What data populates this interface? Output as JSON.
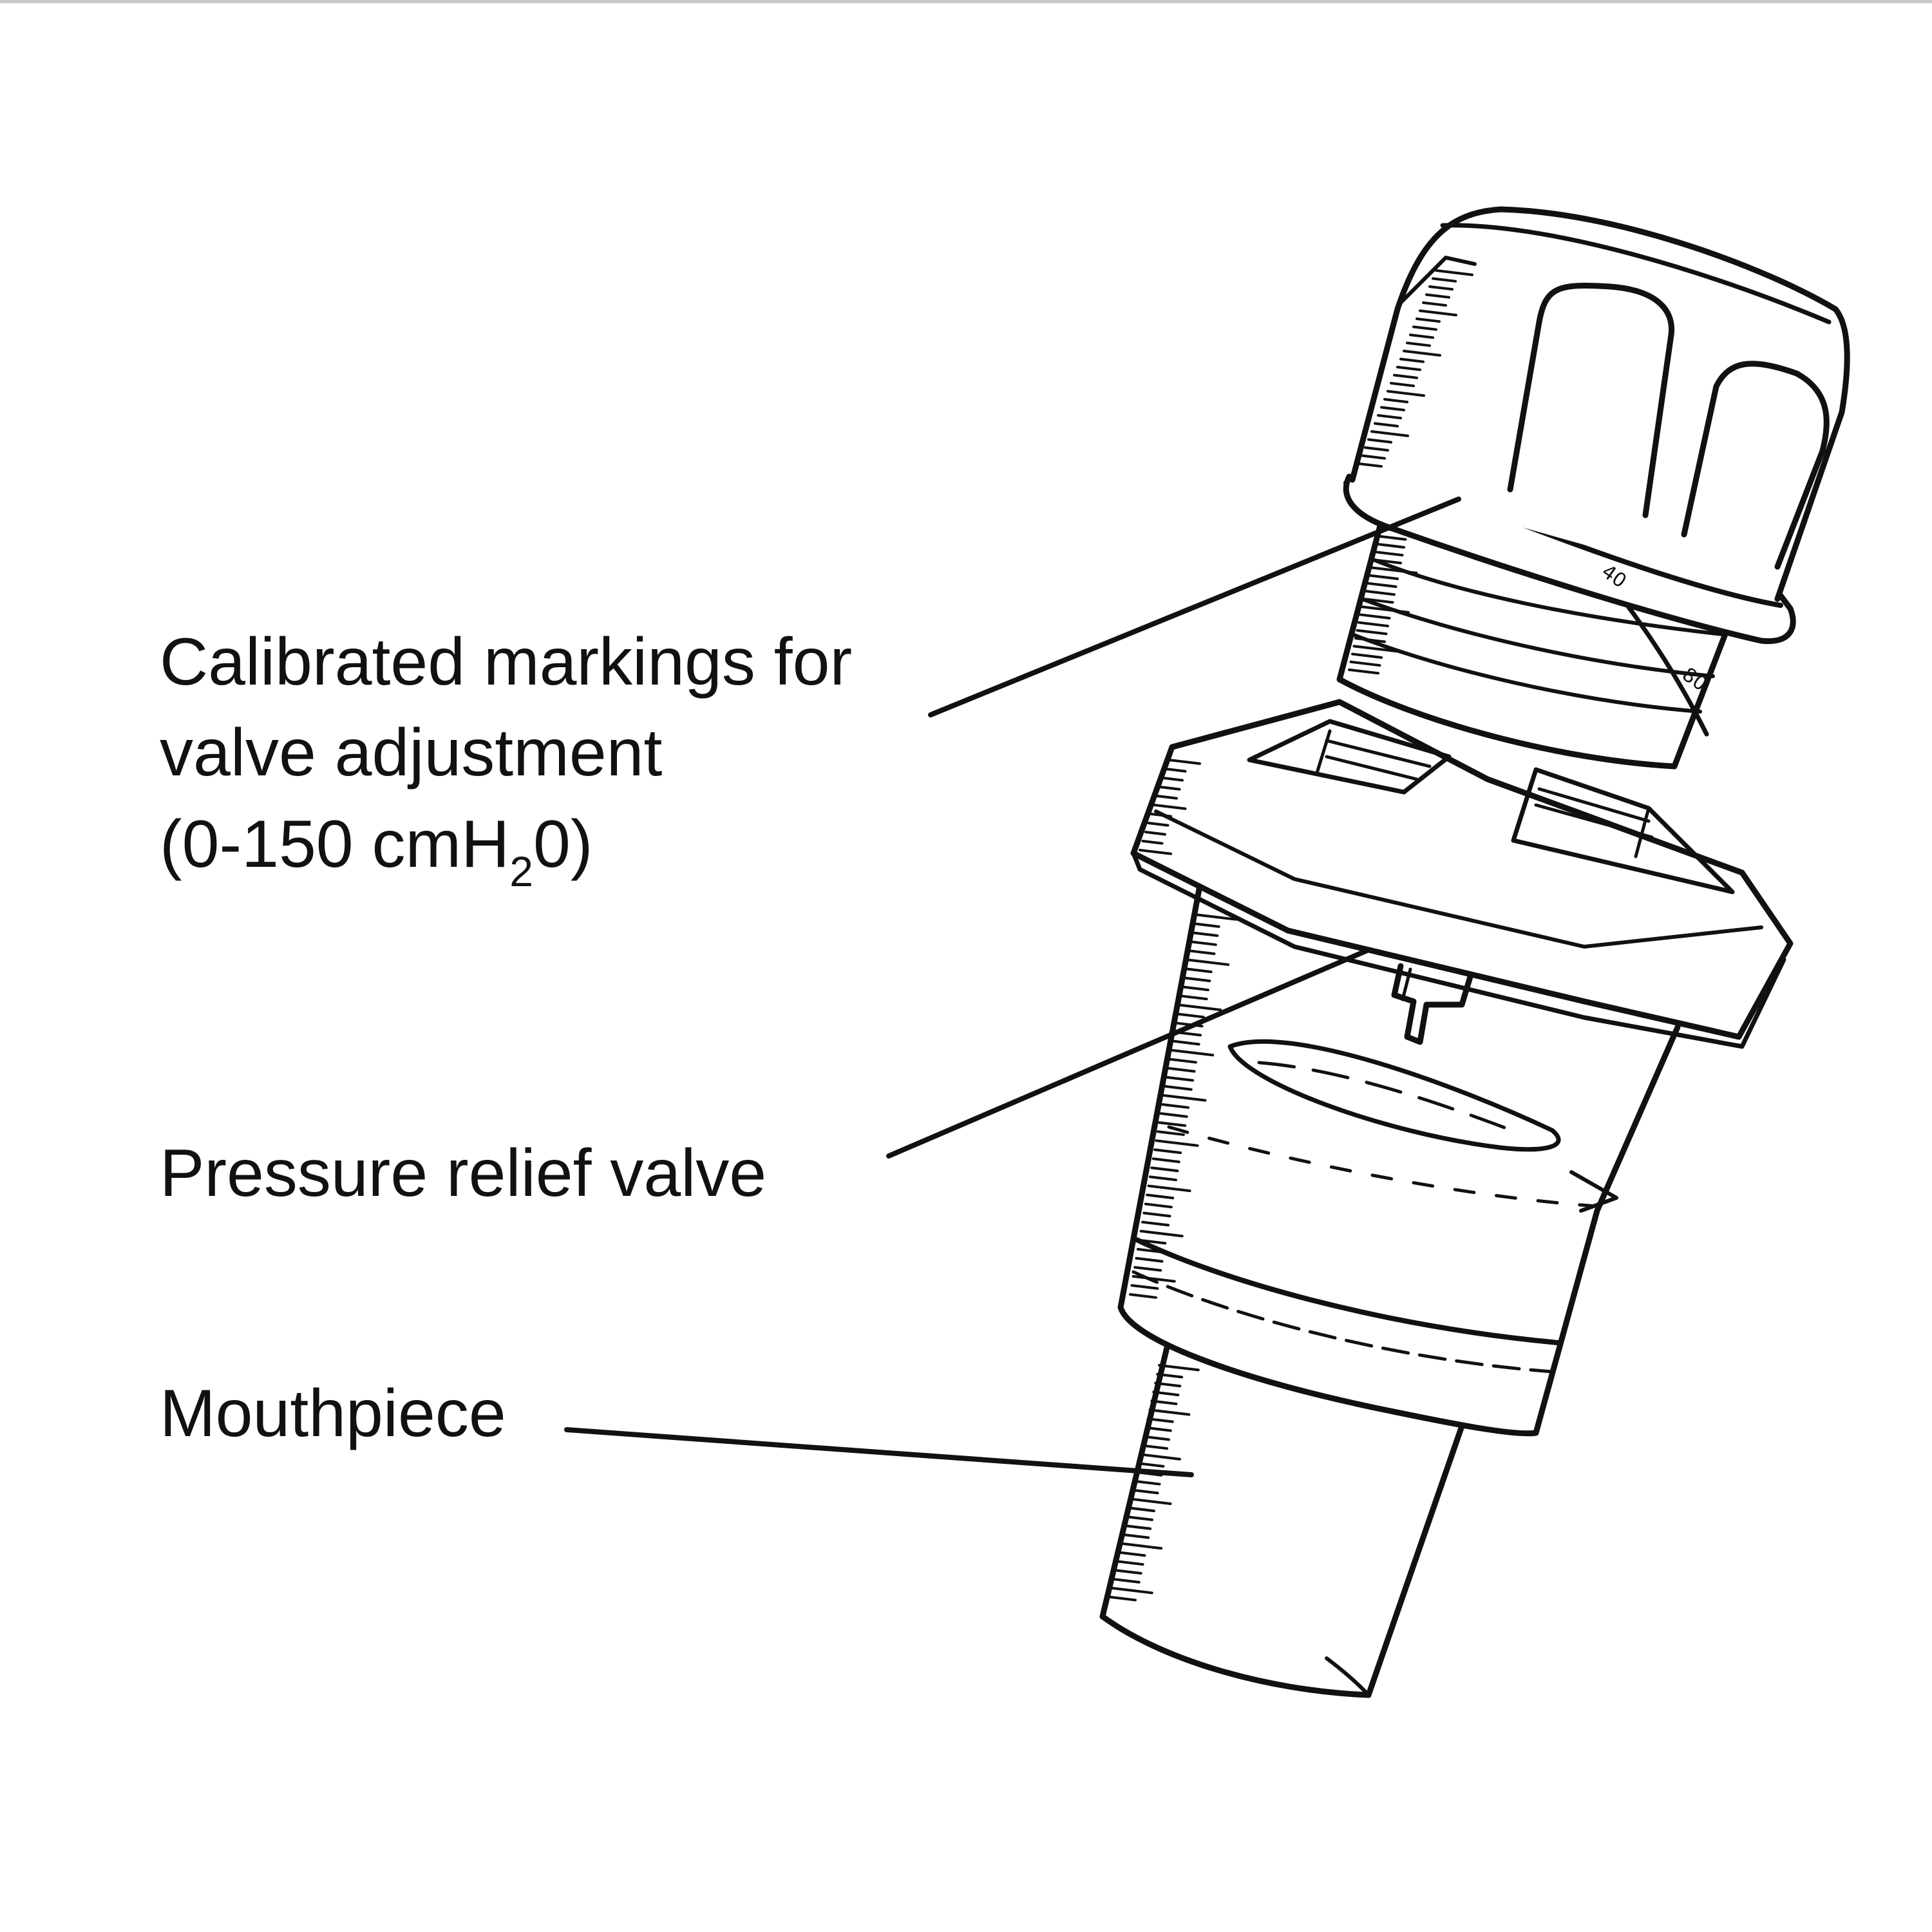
{
  "labels": {
    "calibrated": {
      "line1": "Calibrated markings for",
      "line2": "valve adjustment",
      "line3_prefix": "(0-150 cmH",
      "line3_sub": "2",
      "line3_suffix": "0)"
    },
    "relief": "Pressure relief valve",
    "mouthpiece": "Mouthpiece"
  },
  "dial_marks": [
    "40",
    "80"
  ],
  "colors": {
    "ink": "#111111",
    "background": "#ffffff"
  }
}
